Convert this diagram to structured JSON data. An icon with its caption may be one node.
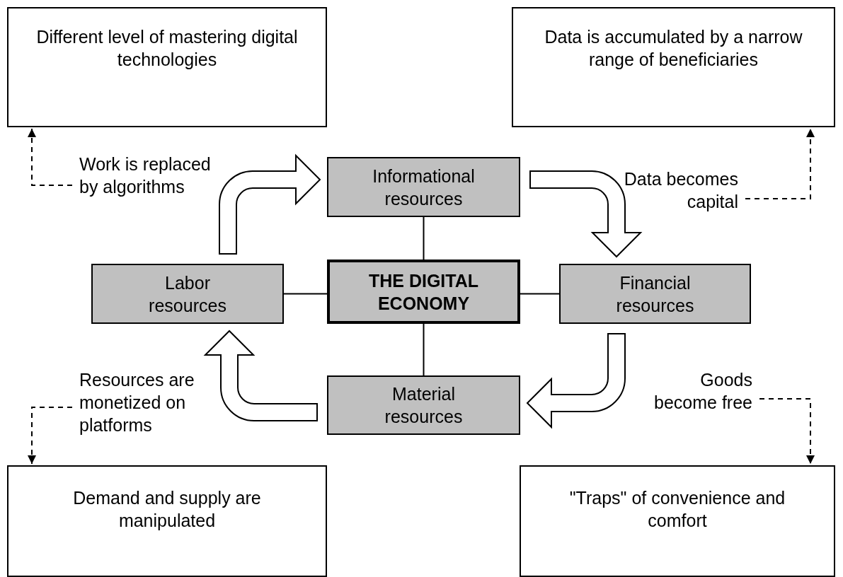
{
  "diagram": {
    "nodes": [
      {
        "text": [
          "Different level of mastering digital technologies"
        ]
      },
      {
        "text": [
          "Data is accumulated by a narrow range of beneficiaries"
        ]
      },
      {
        "text": [
          "Work is replaced by algorithms"
        ]
      },
      {
        "text": [
          "Informational resources"
        ]
      },
      {
        "text": [
          "Data becomes capital"
        ]
      },
      {
        "text": [
          "Labor resources"
        ]
      },
      {
        "text": [
          "THE DIGITAL ECONOMY"
        ]
      },
      {
        "text": [
          "Financial resources"
        ]
      },
      {
        "text": [
          "Resources are monetized on platforms"
        ]
      },
      {
        "text": [
          "Material resources"
        ]
      },
      {
        "text": [
          "Goods become free"
        ]
      },
      {
        "text": [
          "Demand and supply are manipulated"
        ]
      },
      {
        "text": [
          "\"Traps\" of convenience and comfort"
        ]
      }
    ],
    "edges": [
      {
        "from": 6,
        "to": 3,
        "arrow": "none"
      },
      {
        "from": 6,
        "to": 5,
        "arrow": "none"
      },
      {
        "from": 6,
        "to": 7,
        "arrow": "none"
      },
      {
        "from": 6,
        "to": 9,
        "arrow": "none"
      },
      {
        "from": 5,
        "to": 3,
        "arrow": "to",
        "style": "thick"
      },
      {
        "from": 3,
        "to": 7,
        "arrow": "to",
        "style": "thick"
      },
      {
        "from": 7,
        "to": 9,
        "arrow": "to",
        "style": "thick"
      },
      {
        "from": 9,
        "to": 5,
        "arrow": "to",
        "style": "thick"
      },
      {
        "from": 2,
        "to": 0,
        "arrow": "to",
        "style": "dashed"
      },
      {
        "from": 4,
        "to": 1,
        "arrow": "to",
        "style": "dashed"
      },
      {
        "from": 8,
        "to": 11,
        "arrow": "to",
        "style": "dashed"
      },
      {
        "from": 10,
        "to": 12,
        "arrow": "to",
        "style": "dashed"
      }
    ]
  }
}
